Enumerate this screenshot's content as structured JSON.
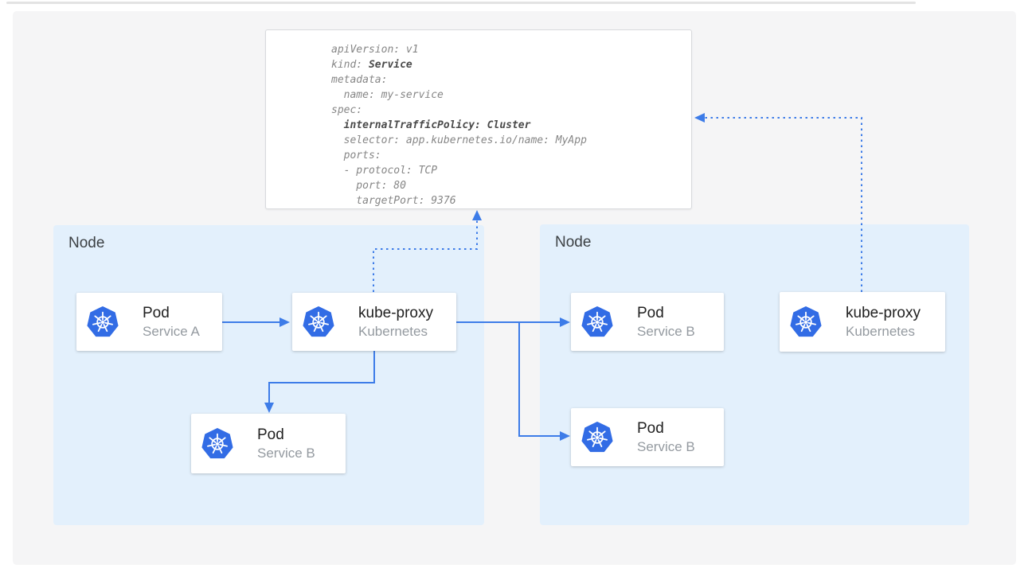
{
  "colors": {
    "accent_blue": "#3d7ce8",
    "node_background": "#e3f0fc",
    "kubernetes_logo_blue": "#326ce5",
    "canvas_background": "#f5f5f6",
    "card_background": "#ffffff"
  },
  "yaml_panel": {
    "lines": [
      [
        {
          "t": "apiVersion: v1"
        }
      ],
      [
        {
          "t": "kind: "
        },
        {
          "t": "Service",
          "b": true
        }
      ],
      [
        {
          "t": "metadata:"
        }
      ],
      [
        {
          "t": "  name: my-service"
        }
      ],
      [
        {
          "t": "spec:"
        }
      ],
      [
        {
          "t": "  "
        },
        {
          "t": "internalTrafficPolicy: Cluster",
          "b": true
        }
      ],
      [
        {
          "t": "  selector: app.kubernetes.io/name: MyApp"
        }
      ],
      [
        {
          "t": "  ports:"
        }
      ],
      [
        {
          "t": "  - protocol: TCP"
        }
      ],
      [
        {
          "t": "    port: 80"
        }
      ],
      [
        {
          "t": "    targetPort: 9376"
        }
      ]
    ]
  },
  "nodes": [
    {
      "label": "Node"
    },
    {
      "label": "Node"
    }
  ],
  "cards": {
    "pod_a": {
      "icon": "kubernetes-logo",
      "title": "Pod",
      "subtitle": "Service A"
    },
    "kube_proxy_left": {
      "icon": "kubernetes-logo",
      "title": "kube-proxy",
      "subtitle": "Kubernetes"
    },
    "pod_b_left": {
      "icon": "kubernetes-logo",
      "title": "Pod",
      "subtitle": "Service B"
    },
    "pod_b_right_top": {
      "icon": "kubernetes-logo",
      "title": "Pod",
      "subtitle": "Service B"
    },
    "pod_b_right_bottom": {
      "icon": "kubernetes-logo",
      "title": "Pod",
      "subtitle": "Service B"
    },
    "kube_proxy_right": {
      "icon": "kubernetes-logo",
      "title": "kube-proxy",
      "subtitle": "Kubernetes"
    }
  }
}
